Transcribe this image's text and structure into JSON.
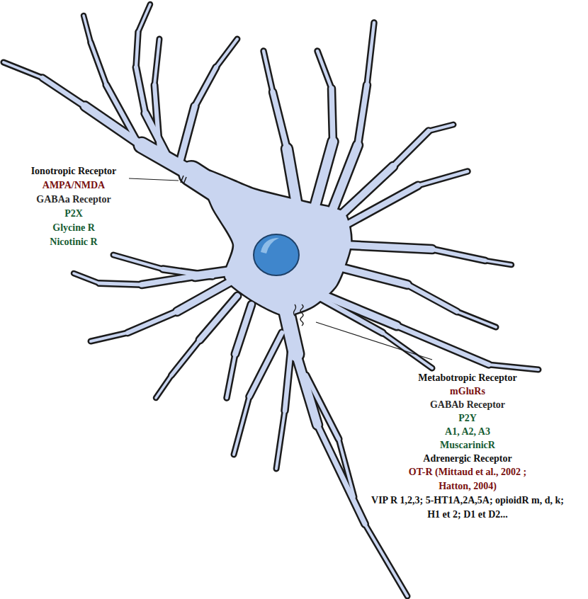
{
  "diagram": {
    "labels": [
      "Ionotropic Receptor",
      "AMPA/NMDA",
      "GABAa Receptor",
      "P2X",
      "Glycine R",
      "Nicotinic R",
      "Metabotropic Receptor",
      "mGluRs",
      "GABAb Receptor",
      "P2Y",
      "A1, A2, A3",
      "MuscarinicR",
      "Adrenergic Receptor",
      "OT-R (Mittaud et al., 2002 ; Hatton, 2004)",
      "VIP R 1,2,3; 5-HT1A,2A,5A; opioidR m, d, k; H1 et 2; D1 et D2..."
    ]
  }
}
